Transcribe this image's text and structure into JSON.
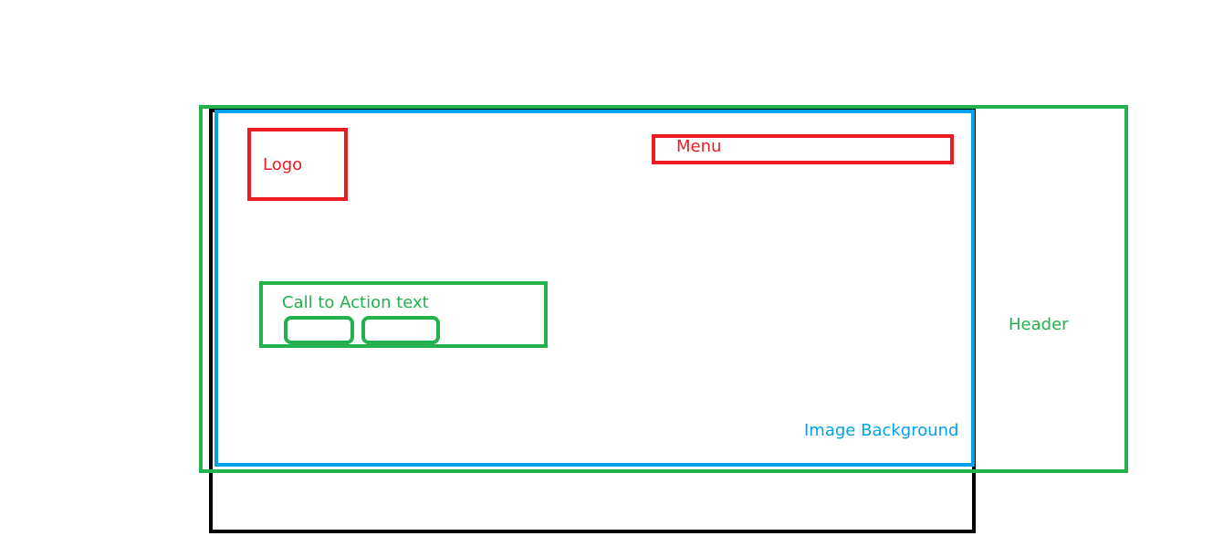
{
  "labels": {
    "logo": "Logo",
    "menu": "Menu",
    "cta_text": "Call to Action text",
    "header": "Header",
    "image_background": "Image Background"
  },
  "colors": {
    "frame": "#000000",
    "header": "#22b14c",
    "image_background": "#00a2e8",
    "logo_menu": "#ed1c24"
  }
}
